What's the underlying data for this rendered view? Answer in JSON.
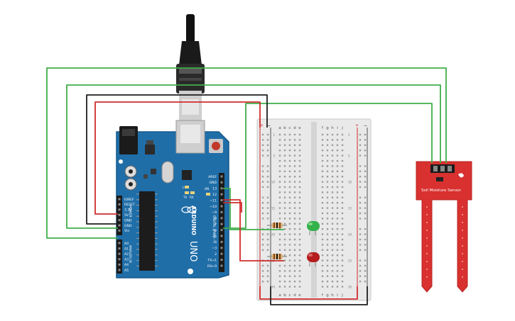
{
  "arduino": {
    "logo": "ARDUINO",
    "model": "UNO",
    "label_power": "POWER",
    "label_analog_in": "ANALOG IN",
    "label_digital": "DIGITAL (PWM ~)",
    "label_tx": "TX",
    "label_rx": "RX",
    "label_l": "L",
    "label_on": "ON",
    "power_pins": [
      "IOREF",
      "RESET",
      "3.3V",
      "5V",
      "GND",
      "GND",
      "Vin"
    ],
    "analog_pins": [
      "A0",
      "A1",
      "A2",
      "A3",
      "A4",
      "A5"
    ],
    "digital_pins": [
      "AREF",
      "GND",
      "13",
      "12",
      "~11",
      "~10",
      "~9",
      "8",
      "7",
      "~6",
      "~5",
      "4",
      "~3",
      "2",
      "TX→1",
      "RX←0"
    ]
  },
  "breadboard": {
    "columns_left": [
      "a",
      "b",
      "c",
      "d",
      "e"
    ],
    "columns_right": [
      "f",
      "g",
      "h",
      "i",
      "j"
    ],
    "rail_plus": "+",
    "rail_minus": "−",
    "row_count": 30
  },
  "sensor": {
    "label": "Soil Moisture Sensor"
  },
  "colors": {
    "wire_green": "#3fae49",
    "wire_red": "#d12c2c",
    "wire_black": "#1e1e1e",
    "board_blue": "#1f6ea8",
    "sensor_red": "#d8312f",
    "led_green": "#33b24a",
    "led_red": "#b51d1d"
  }
}
